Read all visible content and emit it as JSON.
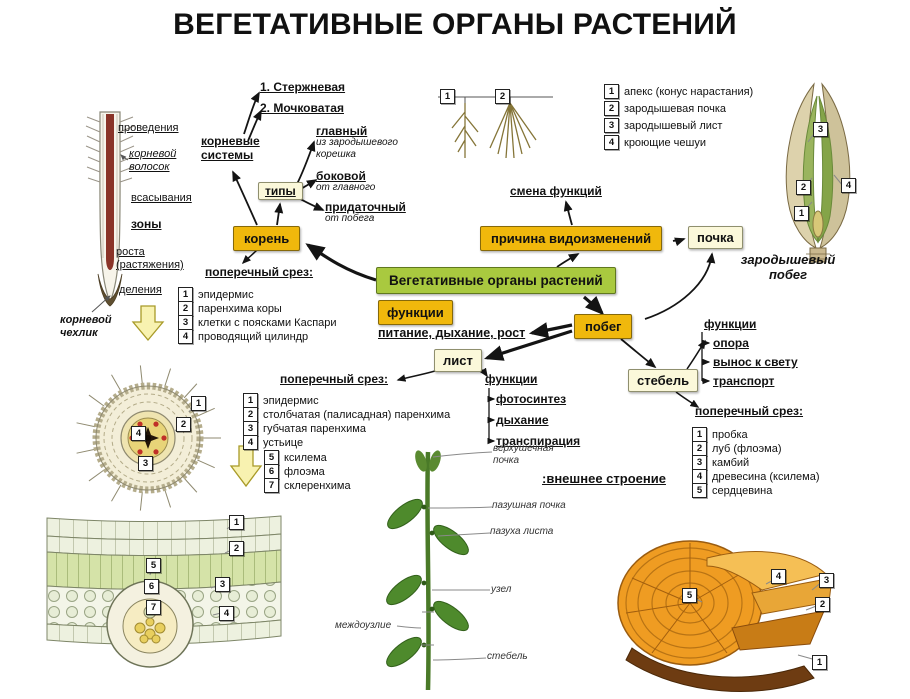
{
  "title": "ВЕГЕТАТИВНЫЕ ОРГАНЫ РАСТЕНИЙ",
  "numbers": [
    "1",
    "2",
    "3",
    "4",
    "5",
    "6",
    "7"
  ],
  "map": {
    "main_box": "Вегетативные органы растений",
    "root": "корень",
    "shoot": "побег",
    "bud": "почка",
    "leaf": "лист",
    "stem": "стебель",
    "functions_label": "функции",
    "functions_list": "питание, дыхание, рост",
    "modification_cause": "причина видоизменений",
    "function_change": "смена функций"
  },
  "root_section": {
    "systems_label": "корневые системы",
    "system_1": "1. Стержневая",
    "system_2": "2. Мочковатая",
    "types_label": "типы",
    "type_main": "главный",
    "type_main_desc": "из зародышевого корешка",
    "type_lateral": "боковой",
    "type_lateral_desc": "от главного",
    "type_adventitious": "придаточный",
    "type_adventitious_desc": "от побега",
    "zones_label": "зоны",
    "zone_conduction": "проведения",
    "root_hair": "корневой волосок",
    "zone_absorption": "всасывания",
    "zone_growth": "роста (растяжения)",
    "zone_division": "деления",
    "root_cap": "корневой чехлик",
    "cross_section_label": "поперечный срез:",
    "legend": [
      {
        "num": "1",
        "text": "эпидермис"
      },
      {
        "num": "2",
        "text": "паренхима коры"
      },
      {
        "num": "3",
        "text": "клетки с поясками Каспари"
      },
      {
        "num": "4",
        "text": "проводящий цилиндр"
      }
    ]
  },
  "bud_section": {
    "legend": [
      {
        "num": "1",
        "text": "апекс (конус нарастания)"
      },
      {
        "num": "2",
        "text": "зародышевая почка"
      },
      {
        "num": "3",
        "text": "зародышевый лист"
      },
      {
        "num": "4",
        "text": "кроющие чешуи"
      }
    ],
    "caption": "зародышевый побег"
  },
  "leaf_section": {
    "functions_label": "функции",
    "fn_1": "фотосинтез",
    "fn_2": "дыхание",
    "fn_3": "транспирация",
    "cross_section_label": "поперечный срез:",
    "legend": [
      {
        "num": "1",
        "text": "эпидермис"
      },
      {
        "num": "2",
        "text": "столбчатая (палисадная) паренхима"
      },
      {
        "num": "3",
        "text": "губчатая паренхима"
      },
      {
        "num": "4",
        "text": "устьице"
      },
      {
        "num": "5",
        "text": "ксилема"
      },
      {
        "num": "6",
        "text": "флоэма"
      },
      {
        "num": "7",
        "text": "склеренхима"
      }
    ]
  },
  "stem_section": {
    "functions_label": "функции",
    "fn_1": "опора",
    "fn_2": "вынос к свету",
    "fn_3": "транспорт",
    "cross_section_label": "поперечный срез:",
    "legend": [
      {
        "num": "1",
        "text": "пробка"
      },
      {
        "num": "2",
        "text": "луб (флоэма)"
      },
      {
        "num": "3",
        "text": "камбий"
      },
      {
        "num": "4",
        "text": "древесина (ксилема)"
      },
      {
        "num": "5",
        "text": "сердцевина"
      }
    ]
  },
  "shoot_section": {
    "caption": ":внешнее строение",
    "lbl_apical_bud": "верхушечная почка",
    "lbl_axillary_bud": "пазушная почка",
    "lbl_leaf_axil": "пазуха листа",
    "lbl_node": "узел",
    "lbl_internode": "междоузлие",
    "lbl_stem": "стебель"
  },
  "colors": {
    "accent_gold": "#f0b80c",
    "pale_yellow": "#fbf8da",
    "green": "#a9c93f"
  }
}
